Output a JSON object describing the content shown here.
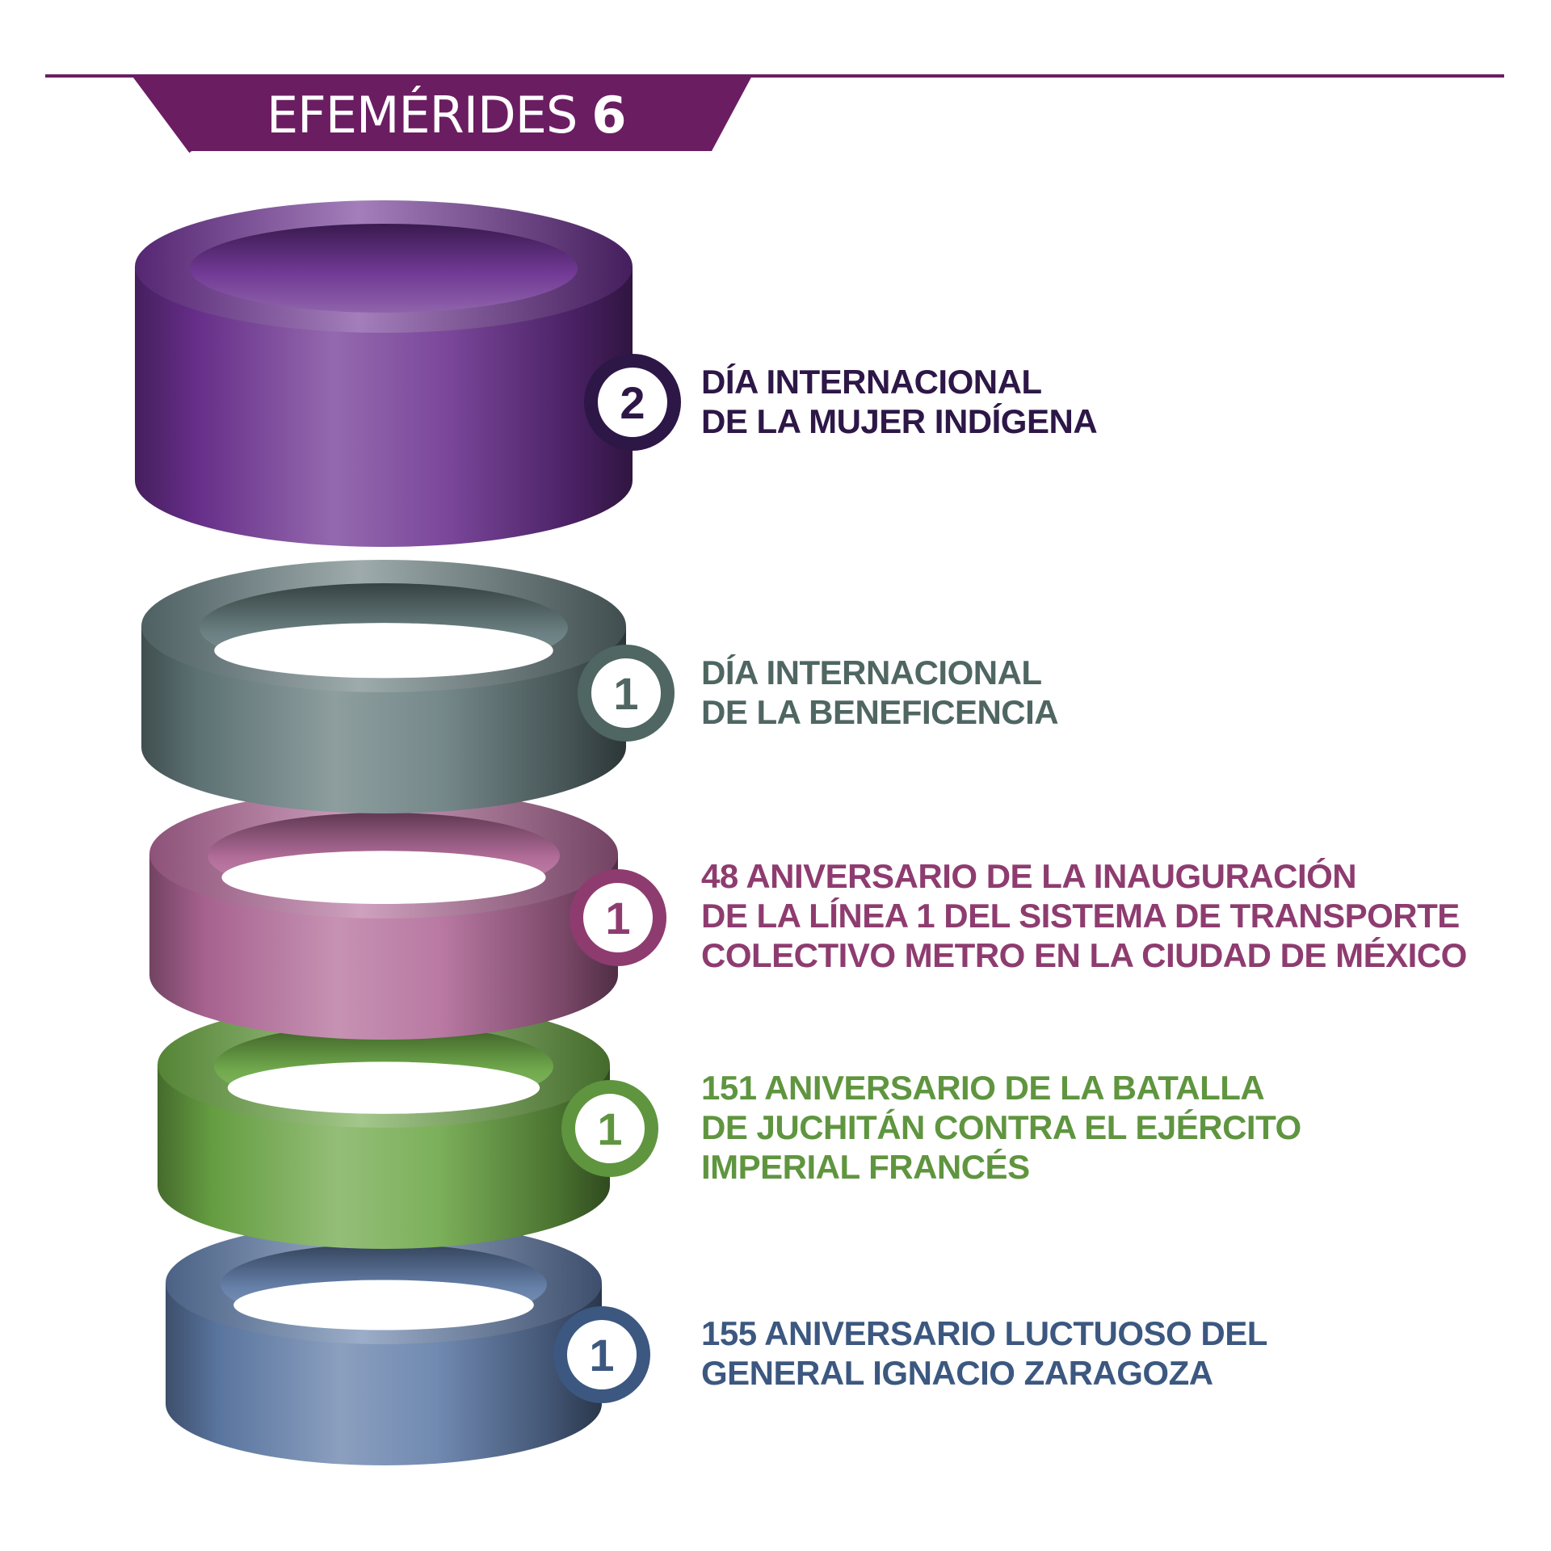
{
  "header": {
    "title": "EFEMÉRIDES",
    "count": "6",
    "color": "#6b1d62"
  },
  "items": [
    {
      "count": "2",
      "lines": [
        "DÍA INTERNACIONAL",
        "DE LA MUJER INDÍGENA"
      ],
      "color": "#2d1747",
      "ring_color": "#6a2f8f"
    },
    {
      "count": "1",
      "lines": [
        "DÍA INTERNACIONAL",
        "DE LA BENEFICENCIA"
      ],
      "color": "#4f6662",
      "ring_color": "#62787a"
    },
    {
      "count": "1",
      "lines": [
        "48 ANIVERSARIO DE LA INAUGURACIÓN",
        "DE LA LÍNEA 1 DEL SISTEMA DE TRANSPORTE",
        "COLECTIVO METRO EN LA CIUDAD DE MÉXICO"
      ],
      "color": "#8e3c70",
      "ring_color": "#b06796"
    },
    {
      "count": "1",
      "lines": [
        "151 ANIVERSARIO DE LA BATALLA",
        "DE JUCHITÁN CONTRA EL EJÉRCITO",
        "IMPERIAL FRANCÉS"
      ],
      "color": "#5f953f",
      "ring_color": "#6aa544"
    },
    {
      "count": "1",
      "lines": [
        "155 ANIVERSARIO LUCTUOSO DEL",
        "GENERAL IGNACIO ZARAGOZA"
      ],
      "color": "#3c5880",
      "ring_color": "#5e7aa6"
    }
  ]
}
